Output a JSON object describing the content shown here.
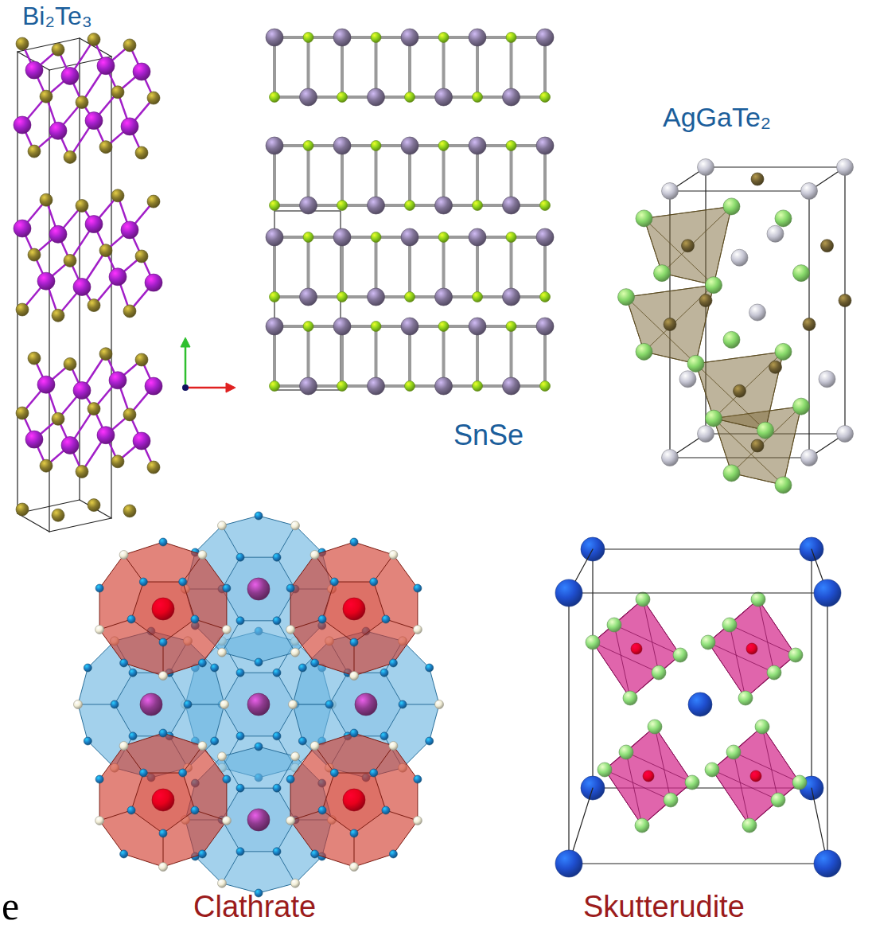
{
  "diagram": {
    "labels": [
      "Bi₂Te₃",
      "SnSe",
      "AgGaTe₂",
      "Clathrate",
      "Skutterudite",
      "e"
    ]
  }
}
